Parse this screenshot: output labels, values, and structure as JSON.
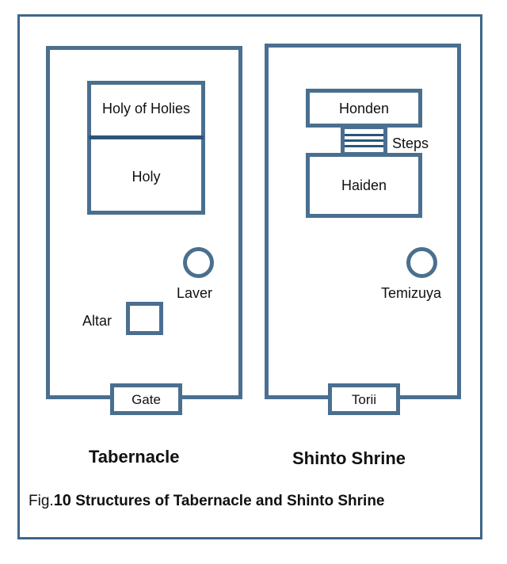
{
  "tabernacle": {
    "holy_of_holies": "Holy of Holies",
    "holy": "Holy",
    "laver": "Laver",
    "altar": "Altar",
    "gate": "Gate",
    "caption": "Tabernacle"
  },
  "shrine": {
    "honden": "Honden",
    "steps": "Steps",
    "haiden": "Haiden",
    "temizuya": "Temizuya",
    "torii": "Torii",
    "caption": "Shinto Shrine"
  },
  "figure": {
    "prefix": "Fig.",
    "number": "10",
    "title": "Structures of Tabernacle and Shinto Shrine"
  },
  "colors": {
    "outline": "#4a6f8f",
    "divider": "#2c5578",
    "frame": "#3f6688"
  }
}
